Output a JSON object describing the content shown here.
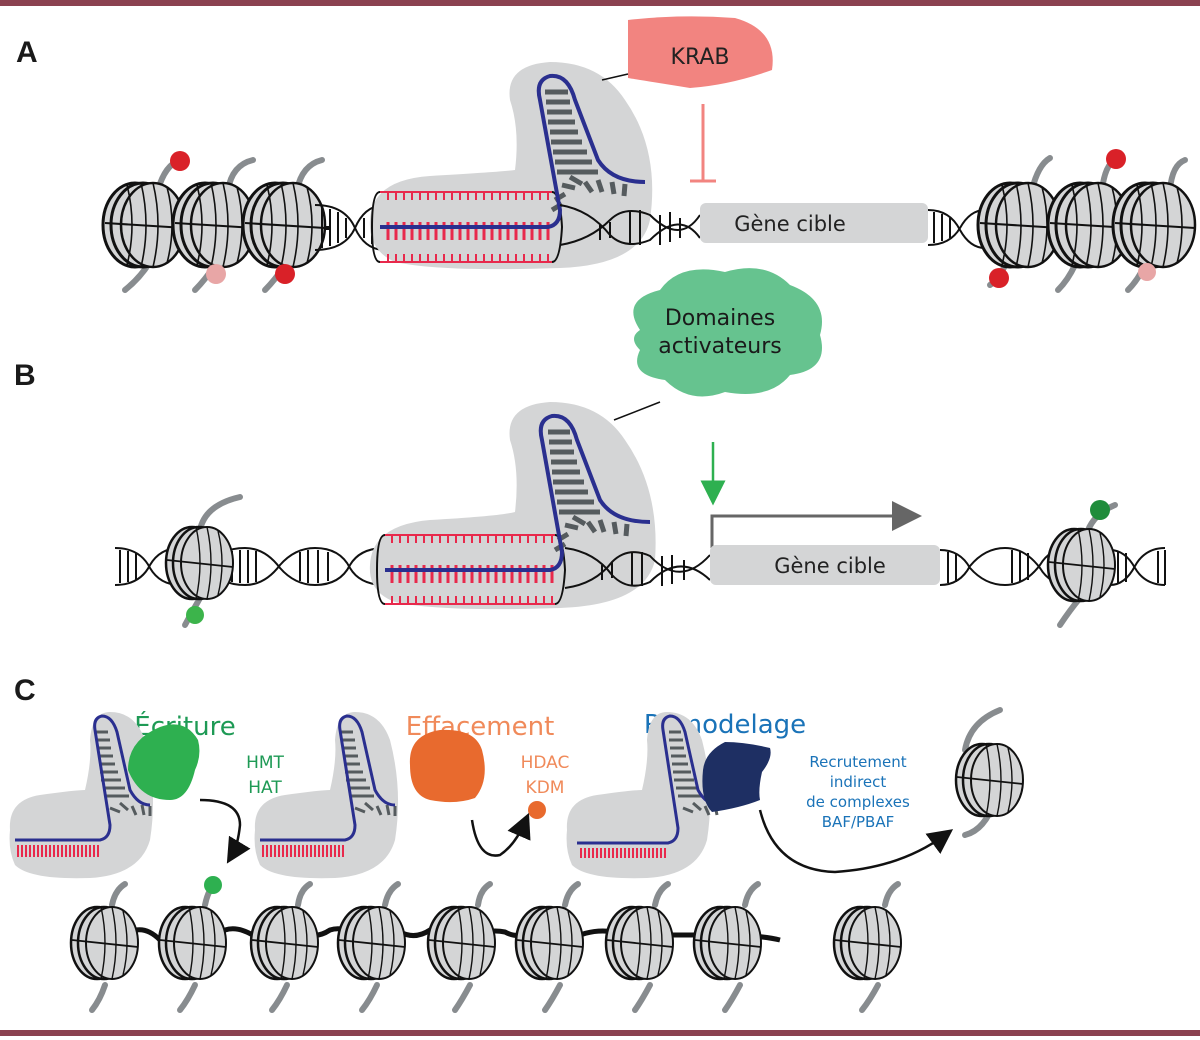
{
  "figure": {
    "border_color": "#8b4250",
    "panels": {
      "A": {
        "letter": "A",
        "effector_label": "KRAB",
        "effector_color": "#f28480",
        "effect": "repression",
        "gene_label": "Gène cible"
      },
      "B": {
        "letter": "B",
        "effector_label_line1": "Domaines",
        "effector_label_line2": "activateurs",
        "effector_color": "#66c38f",
        "effect": "activation",
        "gene_label": "Gène cible"
      },
      "C": {
        "letter": "C",
        "modules": [
          {
            "title": "Écriture",
            "title_color": "#1e9a55",
            "enzymes": [
              "HMT",
              "HAT"
            ],
            "enzyme_color": "#1e9a55",
            "effector_color": "#2eb050"
          },
          {
            "title": "Effacement",
            "title_color": "#f08a5a",
            "enzymes": [
              "HDAC",
              "KDM"
            ],
            "enzyme_color": "#f08a5a",
            "effector_color": "#e86a2e"
          },
          {
            "title": "Remodelage",
            "title_color": "#1a73b8",
            "enzymes": [
              "Recrutement",
              "indirect",
              "de complexes",
              "BAF/PBAF"
            ],
            "enzyme_color": "#1a73b8",
            "effector_color": "#1e2f63"
          }
        ]
      }
    },
    "colors": {
      "dcas_body": "#d4d5d6",
      "guide_rna": "#2a2f8f",
      "spacer": "#e8294c",
      "hairpin": "#555b5e",
      "histone_tail": "#888c8f",
      "mark_red": "#d92128",
      "mark_pink": "#e8a6a6",
      "mark_green": "#3cb44b",
      "mark_dark_green": "#1f8c3b",
      "gene_box": "#d4d5d6"
    }
  }
}
